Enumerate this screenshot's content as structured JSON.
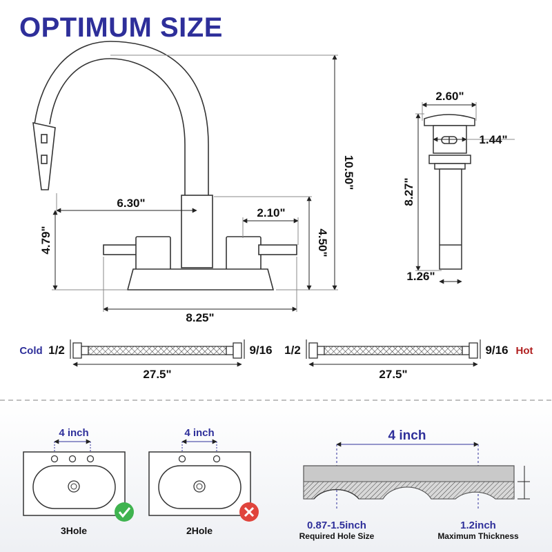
{
  "title": "OPTIMUM SIZE",
  "faucet": {
    "height": "10.50\"",
    "reach": "6.30\"",
    "handle_spacing": "2.10\"",
    "spout_height": "4.79\"",
    "handle_height": "4.50\"",
    "base_width": "8.25\""
  },
  "drain": {
    "cap_width": "2.60\"",
    "body_width": "1.44\"",
    "height": "8.27\"",
    "bottom_width": "1.26\""
  },
  "hoses": [
    {
      "side_label": "Cold",
      "left_fitting": "1/2",
      "right_fitting": "9/16",
      "length": "27.5\""
    },
    {
      "side_label": "Hot",
      "left_fitting": "1/2",
      "right_fitting": "9/16",
      "length": "27.5\""
    }
  ],
  "sinks": [
    {
      "spacing": "4 inch",
      "label": "3Hole",
      "status": "compatible"
    },
    {
      "spacing": "4 inch",
      "label": "2Hole",
      "status": "incompatible"
    }
  ],
  "cross_section": {
    "spacing": "4 inch",
    "hole_size": "0.87-1.5inch",
    "hole_size_caption": "Required Hole Size",
    "thickness": "1.2inch",
    "thickness_caption": "Maximum Thickness"
  },
  "colors": {
    "title": "#2e2f9a",
    "check": "#3fb34f",
    "cross": "#e0443c",
    "hot": "#b02020"
  }
}
